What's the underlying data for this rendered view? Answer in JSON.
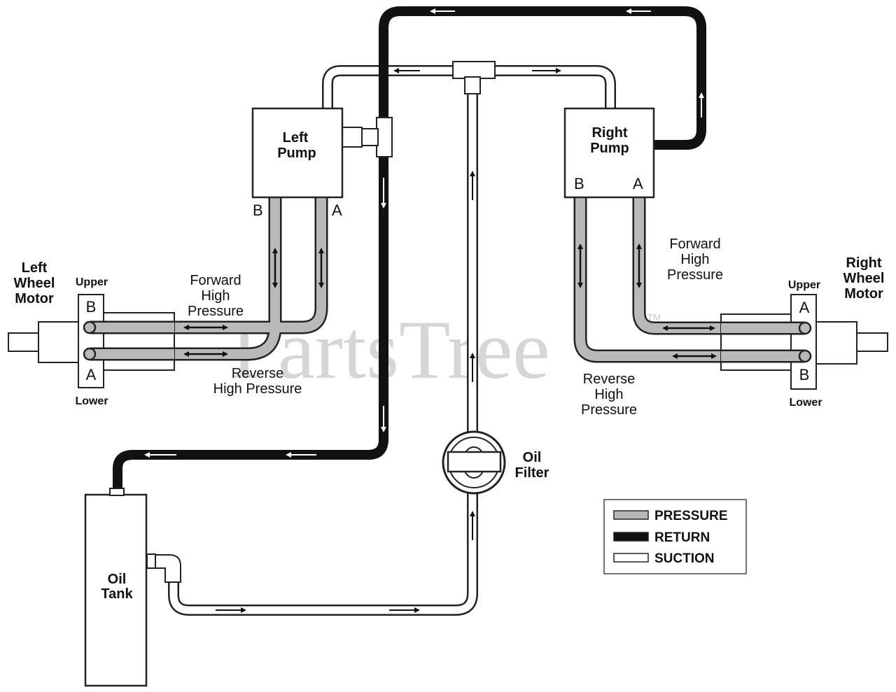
{
  "watermark": {
    "text": "PartsTree",
    "tm": "TM"
  },
  "colors": {
    "pressure": "#b9b9b9",
    "return": "#111111",
    "suction": "#ffffff",
    "outline": "#222222"
  },
  "left_pump": {
    "line1": "Left",
    "line2": "Pump",
    "port_b": "B",
    "port_a": "A"
  },
  "right_pump": {
    "line1": "Right",
    "line2": "Pump",
    "port_b": "B",
    "port_a": "A"
  },
  "left_motor": {
    "line1": "Left",
    "line2": "Wheel",
    "line3": "Motor",
    "upper": "Upper",
    "lower": "Lower",
    "port_top": "B",
    "port_bottom": "A"
  },
  "right_motor": {
    "line1": "Right",
    "line2": "Wheel",
    "line3": "Motor",
    "upper": "Upper",
    "lower": "Lower",
    "port_top": "A",
    "port_bottom": "B"
  },
  "left_labels": {
    "fwd1": "Forward",
    "fwd2": "High",
    "fwd3": "Pressure",
    "rev1": "Reverse",
    "rev2": "High Pressure"
  },
  "right_labels": {
    "fwd1": "Forward",
    "fwd2": "High",
    "fwd3": "Pressure",
    "rev1": "Reverse",
    "rev2": "High",
    "rev3": "Pressure"
  },
  "oil_filter": {
    "line1": "Oil",
    "line2": "Filter"
  },
  "oil_tank": {
    "line1": "Oil",
    "line2": "Tank"
  },
  "legend": [
    {
      "label": "PRESSURE",
      "color": "#b9b9b9"
    },
    {
      "label": "RETURN",
      "color": "#111111"
    },
    {
      "label": "SUCTION",
      "color": "#ffffff"
    }
  ]
}
